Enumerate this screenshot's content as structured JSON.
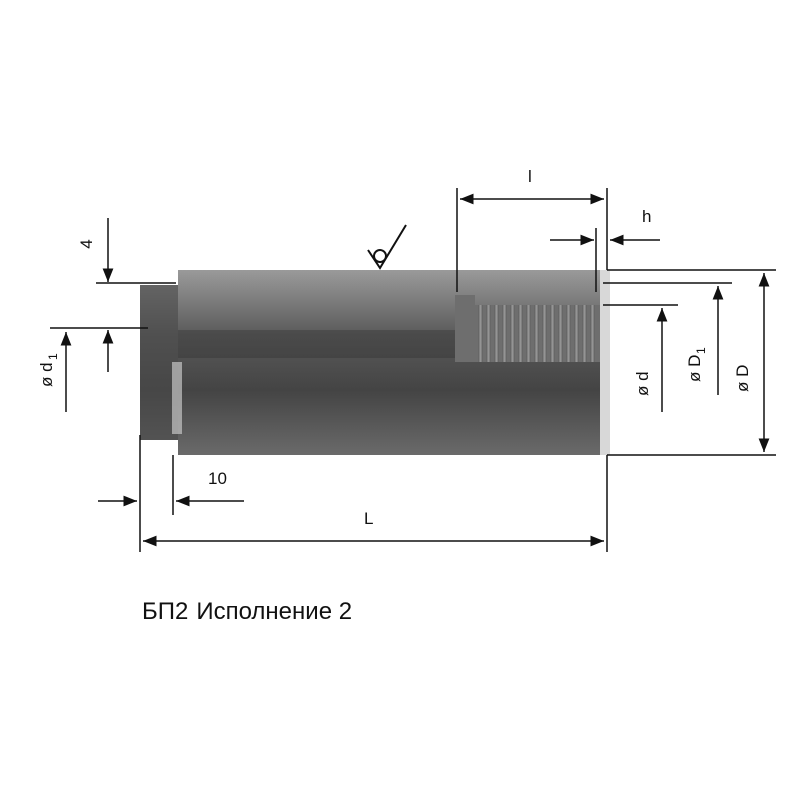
{
  "dimensions": {
    "l": "l",
    "h": "h",
    "four": "4",
    "ten": "10",
    "L": "L",
    "phi_d": "ø d",
    "phi_D1": "ø D",
    "D1_sub": "1",
    "phi_D": "ø D",
    "phi_d1": "ø d",
    "d1_sub": "1"
  },
  "caption": {
    "code": "БП2",
    "variant": "Исполнение 2"
  },
  "colors": {
    "body_dark": "#3a3a3a",
    "body_light": "#8a8a8a",
    "line": "#111111"
  }
}
